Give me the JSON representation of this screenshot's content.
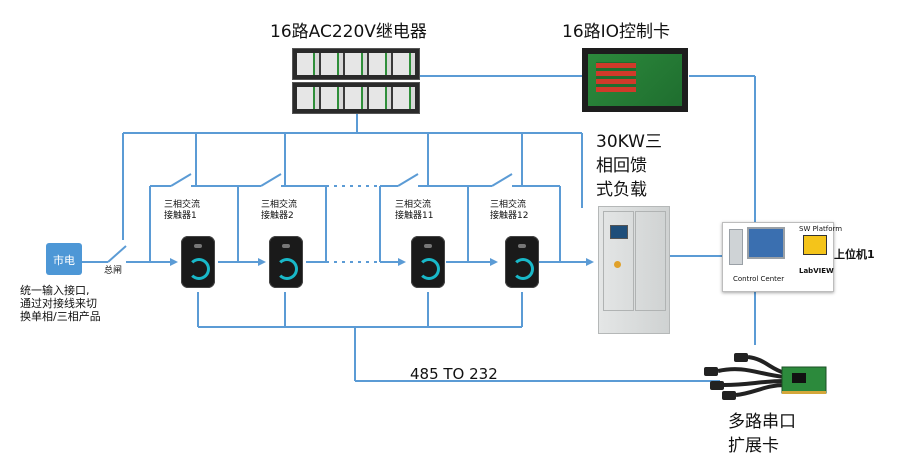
{
  "relay": {
    "title": "16路AC220V继电器"
  },
  "io_card": {
    "title": "16路IO控制卡"
  },
  "load": {
    "title_l1": "30KW三",
    "title_l2": "相回馈",
    "title_l3": "式负载"
  },
  "mains": {
    "label": "市电"
  },
  "main_switch": {
    "label": "总闸"
  },
  "input_note": {
    "line1": "统一输入接口,",
    "line2": "通过对接线来切",
    "line3": "换单相/三相产品"
  },
  "contactors": [
    {
      "line1": "三相交流",
      "line2": "接触器1"
    },
    {
      "line1": "三相交流",
      "line2": "接触器2"
    },
    {
      "line1": "三相交流",
      "line2": "接触器11"
    },
    {
      "line1": "三相交流",
      "line2": "接触器12"
    }
  ],
  "bus": {
    "label": "485 TO 232"
  },
  "host": {
    "platform": "SW Platform",
    "control_center": "Control Center",
    "labview": "LabVIEW",
    "title": "上位机1"
  },
  "serial": {
    "title_l1": "多路串口",
    "title_l2": "扩展卡"
  },
  "colors": {
    "wire": "#5b9bd5",
    "mains_fill": "#4d97d6",
    "charger_ring": "#19b8c8"
  }
}
